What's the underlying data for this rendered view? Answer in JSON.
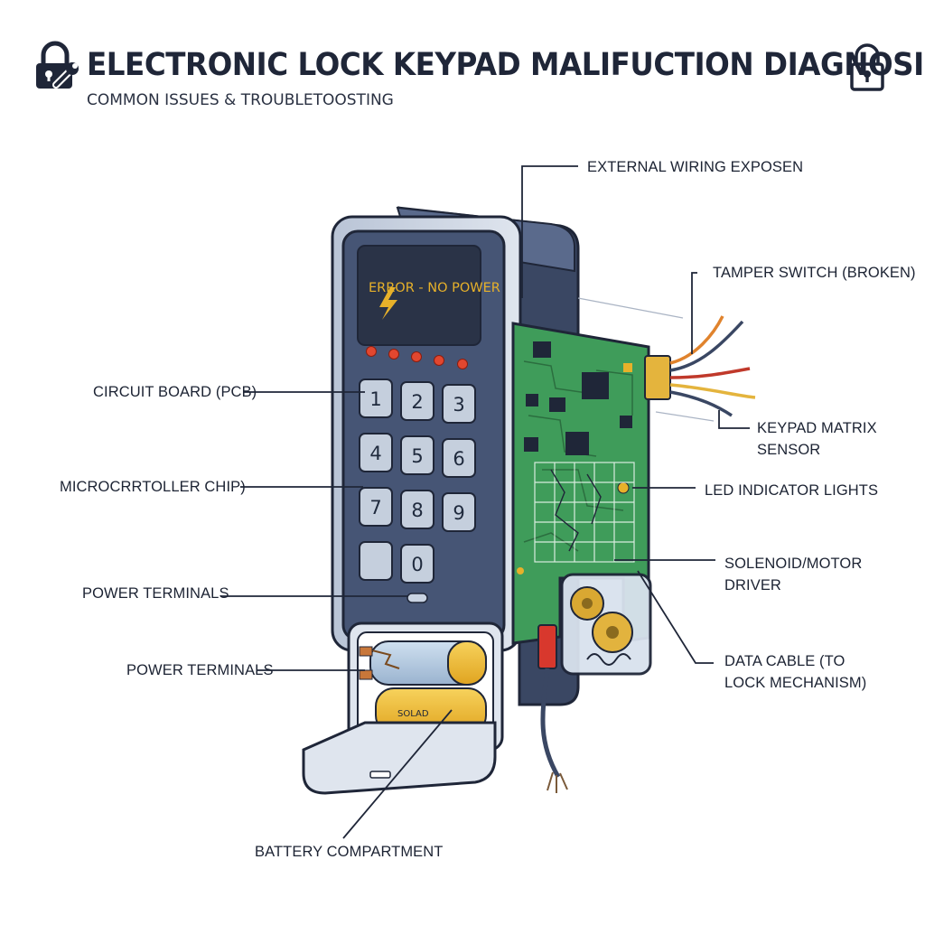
{
  "header": {
    "title": "ELECTRONIC LOCK KEYPAD MALIFUCTION DIAGNOSIS",
    "subtitle": "COMMON ISSUES & TROUBLETOOSTING"
  },
  "icons": {
    "left": "padlock-wrench-icon",
    "right": "padlock-icon"
  },
  "device": {
    "display_text": "ERROR - NO POWER",
    "keys": [
      "1",
      "2",
      "3",
      "4",
      "5",
      "6",
      "7",
      "8",
      "9",
      "",
      "0"
    ],
    "led_color": "#e2472f",
    "pcb_color": "#3f9c5a",
    "body_color": "#465575"
  },
  "labels": {
    "external_wiring": "EXTERNAL WIRING EXPOSEN",
    "tamper_switch": "TAMPER SWITCH (BROKEN)",
    "keypad_matrix_line1": "KEYPAD MATRIX",
    "keypad_matrix_line2": "SENSOR",
    "led_indicator": "LED INDICATOR LIGHTS",
    "solenoid_line1": "SOLENOID/MOTOR",
    "solenoid_line2": "DRIVER",
    "data_cable_line1": "DATA CABLE (TO",
    "data_cable_line2": "LOCK MECHANISM)",
    "circuit_board": "CIRCUIT BOARD (PCB)",
    "microcontroller": "MICROCRRTOLLER CHIP)",
    "power_terminals_1": "POWER TERMINALS",
    "power_terminals_2": "POWER TERMINALS",
    "battery_compartment": "BATTERY COMPARTMENT",
    "battery_text": "SOLAD"
  }
}
